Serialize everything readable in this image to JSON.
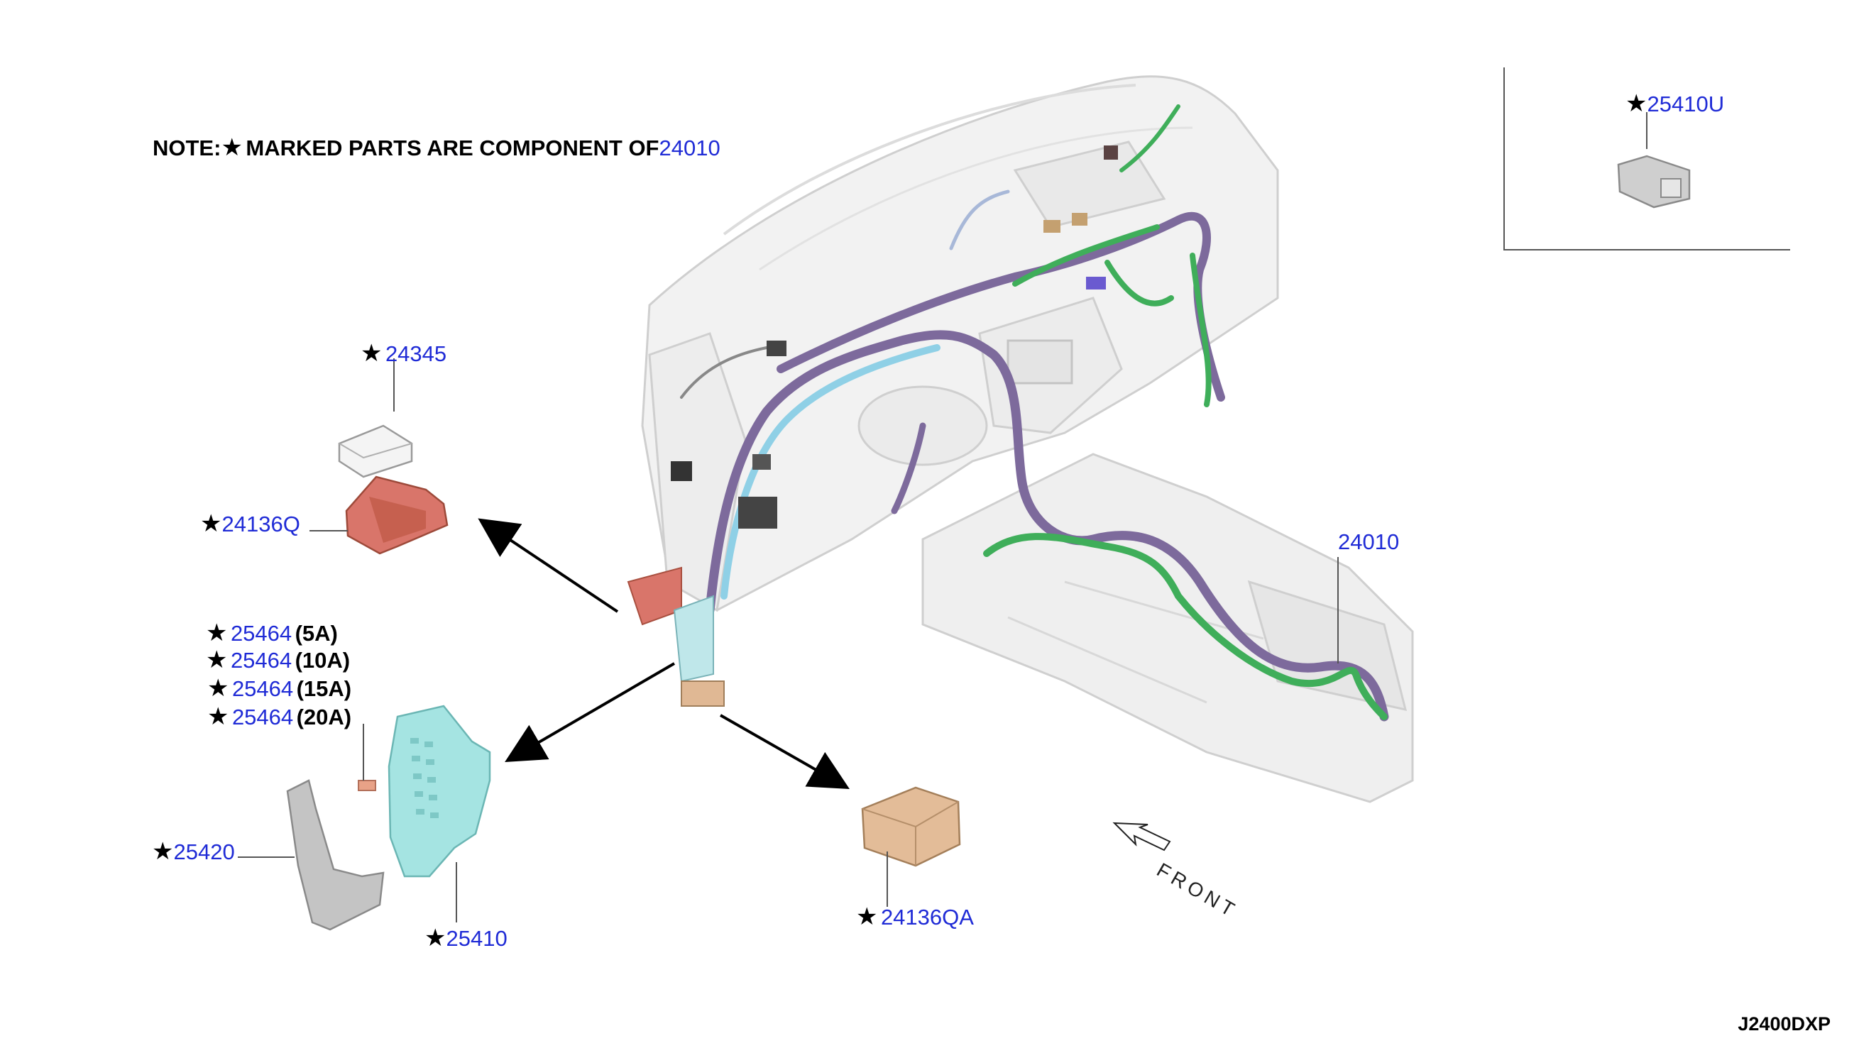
{
  "note": {
    "prefix": "NOTE:",
    "star": "★",
    "text": "MARKED PARTS ARE COMPONENT OF",
    "ref": "24010"
  },
  "parts": {
    "p25410U": "25410U",
    "p24345": "24345",
    "p24136Q": "24136Q",
    "p24010": "24010",
    "fuses": [
      {
        "number": "25464",
        "rating": "(5A)"
      },
      {
        "number": "25464",
        "rating": "(10A)"
      },
      {
        "number": "25464",
        "rating": "(15A)"
      },
      {
        "number": "25464",
        "rating": "(20A)"
      }
    ],
    "p25420": "25420",
    "p25410": "25410",
    "p24136QA": "24136QA"
  },
  "star_symbol": "★",
  "front_label": "FRONT",
  "diagram_code": "J2400DXP",
  "colors": {
    "part_number": "#1f2bd6",
    "harness_green": "#3fae5a",
    "harness_purple": "#7d6a9c",
    "harness_blue": "#8fd0e6",
    "fuse_block": "#9fe2e0",
    "relay_bracket": "#d9756a",
    "connector_box": "#e0b894",
    "grey_part": "#c8c8c8"
  }
}
